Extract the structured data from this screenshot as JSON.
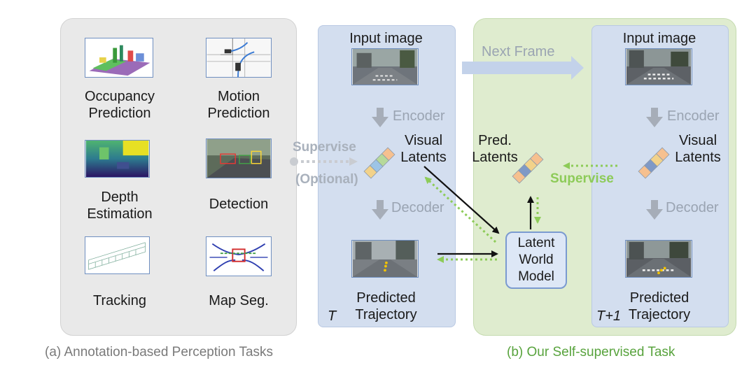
{
  "tasks": {
    "occupancy": "Occupancy\nPrediction",
    "motion": "Motion\nPrediction",
    "depth": "Depth\nEstimation",
    "detection": "Detection",
    "tracking": "Tracking",
    "mapseg": "Map Seg."
  },
  "left_supervise": {
    "word": "Supervise",
    "optional": "(Optional)"
  },
  "frame_t": {
    "input_label": "Input  image",
    "encoder": "Encoder",
    "latents": "Visual\nLatents",
    "decoder": "Decoder",
    "time": "T",
    "trajectory": "Predicted\nTrajectory"
  },
  "next_frame": "Next Frame",
  "pred_latents": "Pred.\nLatents",
  "world_model": "Latent\nWorld\nModel",
  "supervise_green": "Supervise",
  "frame_t1": {
    "input_label": "Input  image",
    "encoder": "Encoder",
    "latents": "Visual\nLatents",
    "decoder": "Decoder",
    "time": "T+1",
    "trajectory": "Predicted\nTrajectory"
  },
  "captions": {
    "a": "(a) Annotation-based Perception Tasks",
    "b": "(b) Our Self-supervised Task"
  },
  "colors": {
    "green_accent": "#8dcb58",
    "blue_border": "#7a9ad0",
    "grey_text": "#9aa4b2"
  }
}
